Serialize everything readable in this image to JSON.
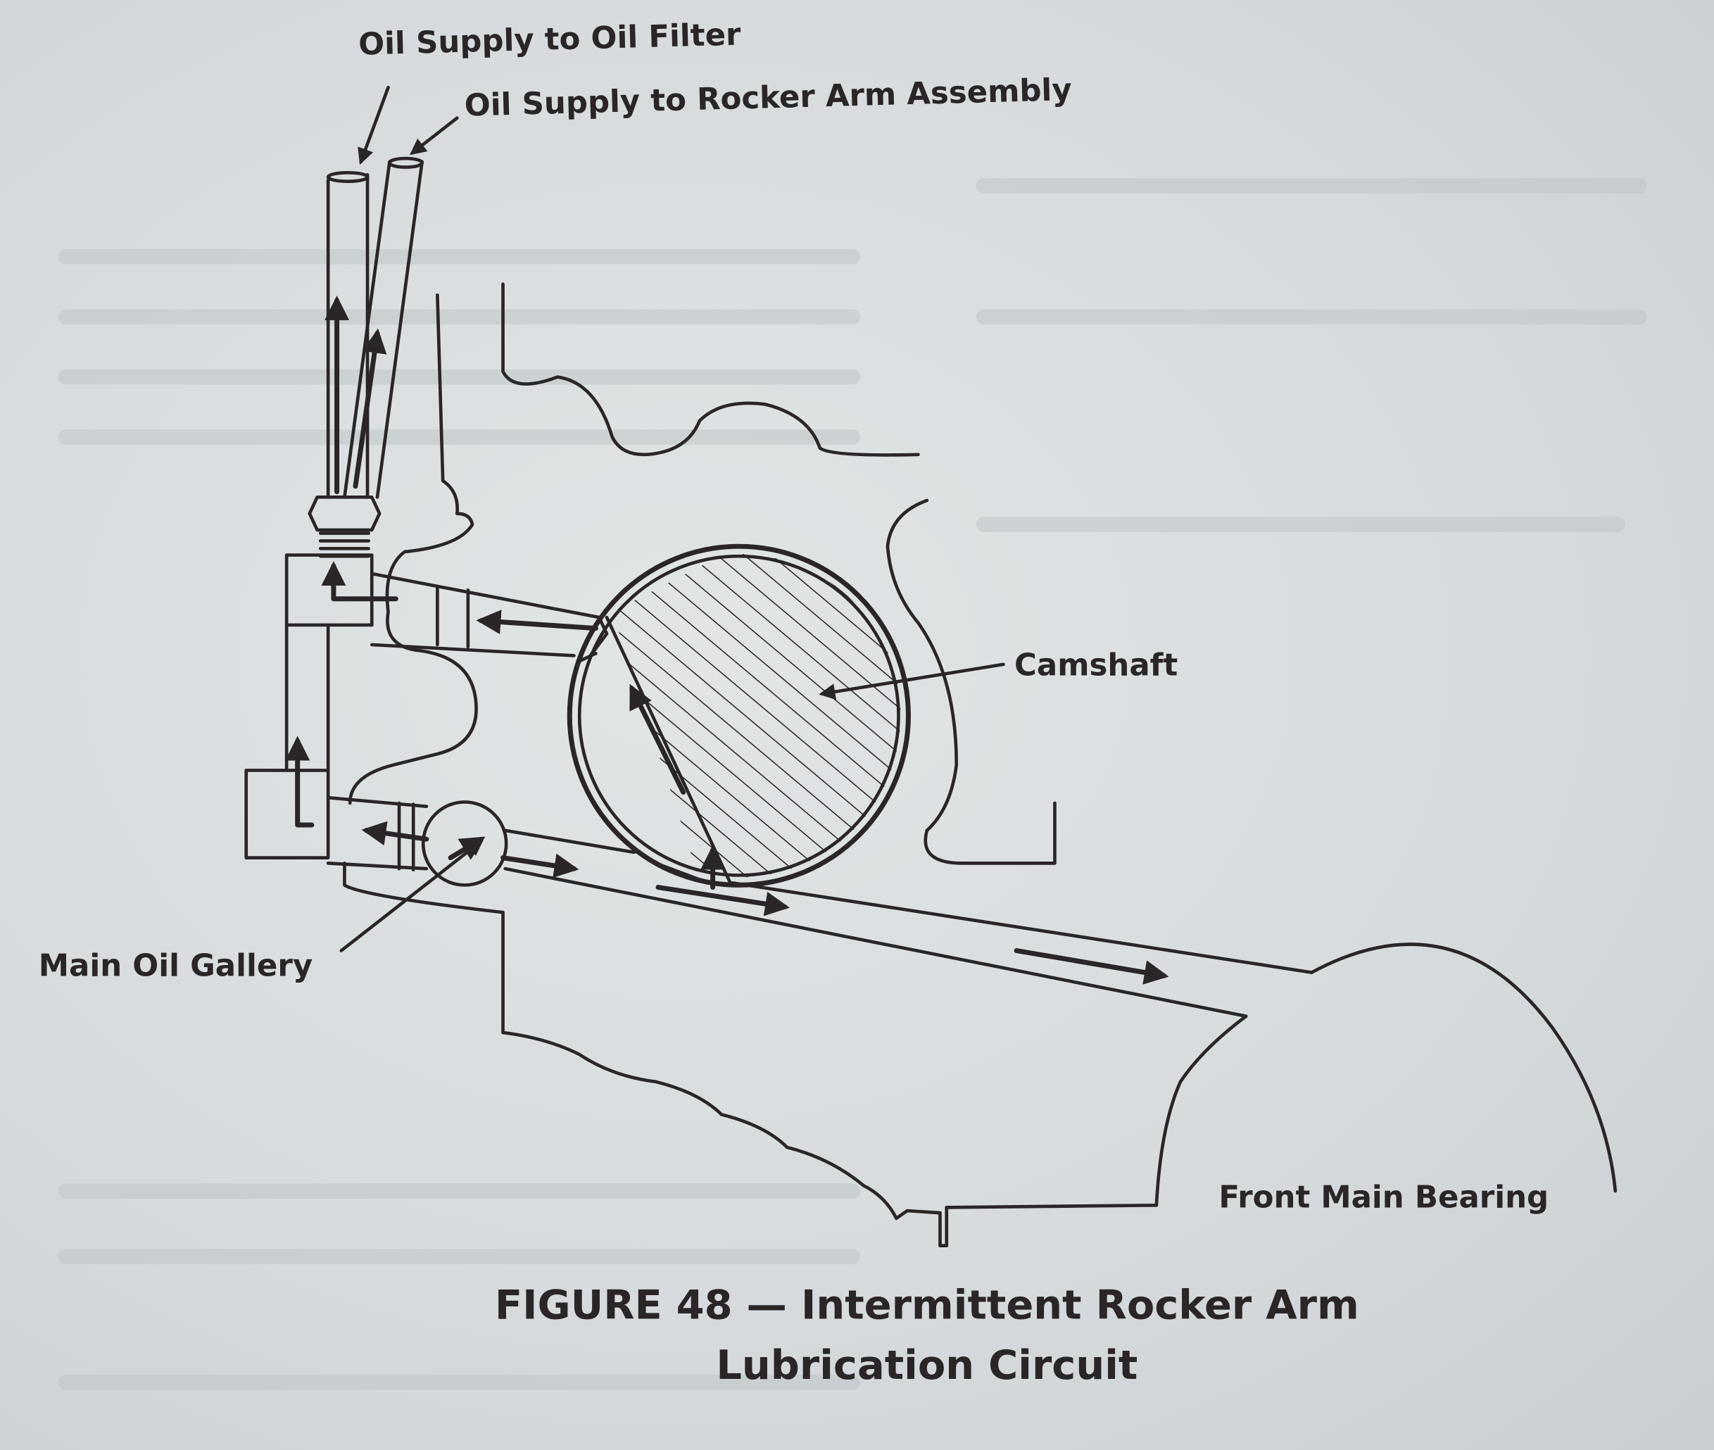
{
  "labels": {
    "oil_filter": "Oil Supply to Oil Filter",
    "rocker_arm": "Oil Supply to Rocker Arm Assembly",
    "camshaft": "Camshaft",
    "main_gallery": "Main Oil Gallery",
    "front_bearing": "Front Main Bearing"
  },
  "caption": {
    "line1": "FIGURE 48 — Intermittent Rocker Arm",
    "line2": "Lubrication Circuit"
  },
  "colors": {
    "ink": "#2a2527",
    "paper": "#d8dcdf"
  }
}
